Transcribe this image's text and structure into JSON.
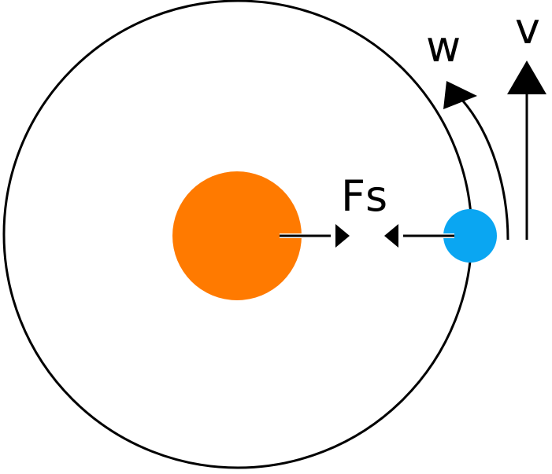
{
  "labels": {
    "force": "Fs",
    "angular_velocity": "w",
    "velocity": "v"
  },
  "colors": {
    "orbit": "#000000",
    "central_body": "#FF7A00",
    "orbiting_body": "#0AA6F2",
    "arrows": "#000000",
    "background": "#FFFFFF"
  }
}
